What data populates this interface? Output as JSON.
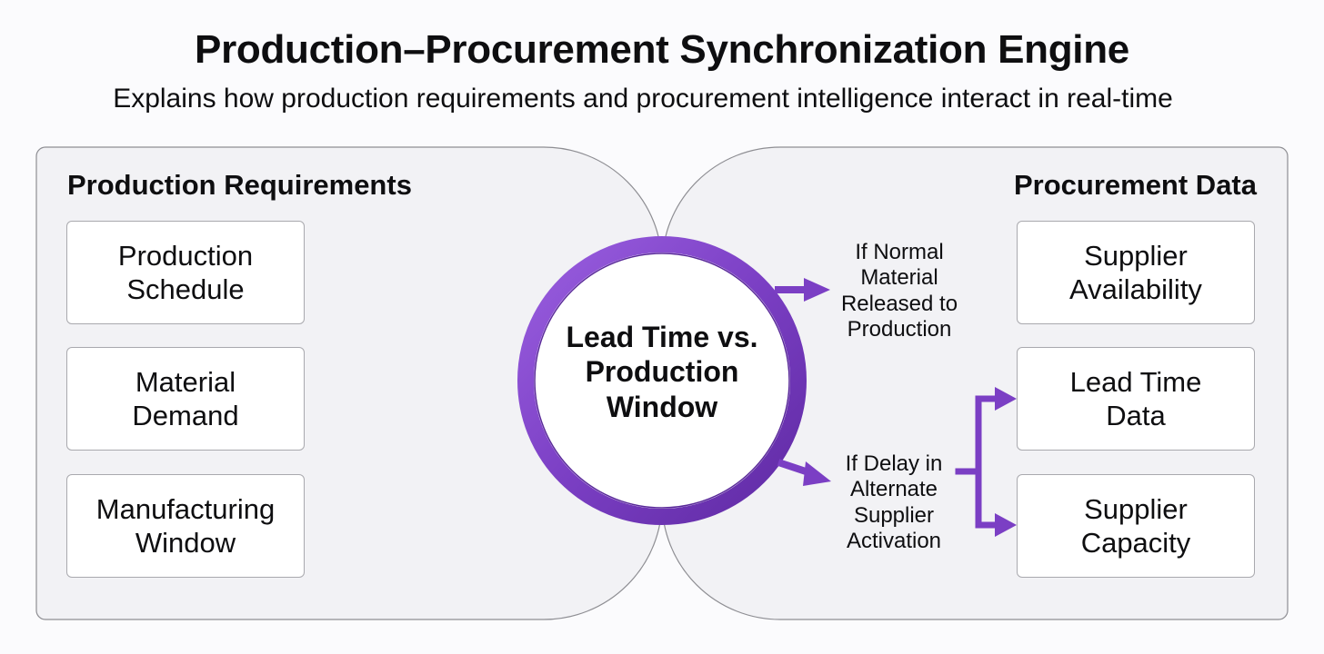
{
  "header": {
    "title": "Production–Procurement Synchronization Engine",
    "subtitle": "Explains how production requirements and procurement intelligence interact in real-time"
  },
  "left_panel": {
    "title": "Production Requirements",
    "cards": [
      "Production\nSchedule",
      "Material\nDemand",
      "Manufacturing\nWindow"
    ]
  },
  "right_panel": {
    "title": "Procurement Data",
    "cards": [
      "Supplier\nAvailability",
      "Lead Time\nData",
      "Supplier\nCapacity"
    ]
  },
  "hub": {
    "label": "Lead Time vs.\nProduction\nWindow"
  },
  "branches": {
    "normal": "If Normal\nMaterial\nReleased to\nProduction",
    "delay": "If Delay in\nAlternate\nSupplier\nActivation"
  },
  "colors": {
    "accent": "#7b3fc4",
    "accent_light": "#9a5fe0",
    "panel_fill": "#f2f2f5",
    "panel_stroke": "#8e8e93",
    "card_border": "#a9a9ae"
  }
}
